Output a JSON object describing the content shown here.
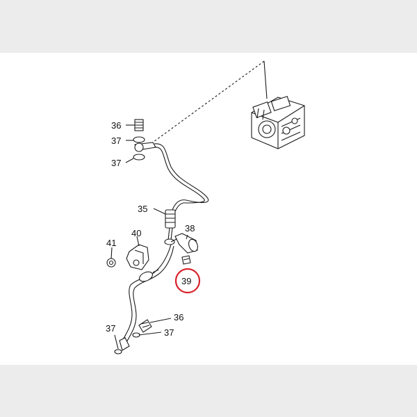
{
  "diagram": {
    "callouts": {
      "c36_top": "36",
      "c37_upper": "37",
      "c37_lower": "37",
      "c35": "35",
      "c38": "38",
      "c40": "40",
      "c41": "41",
      "c39": "39",
      "c36_bottom": "36",
      "c37_bottom_left": "37",
      "c37_bottom_right": "37"
    },
    "highlighted_part": "39",
    "highlight_color": "#d8232a",
    "line_color": "#1a1a1a",
    "background_color": "#ffffff",
    "frame_color": "#ececec"
  }
}
